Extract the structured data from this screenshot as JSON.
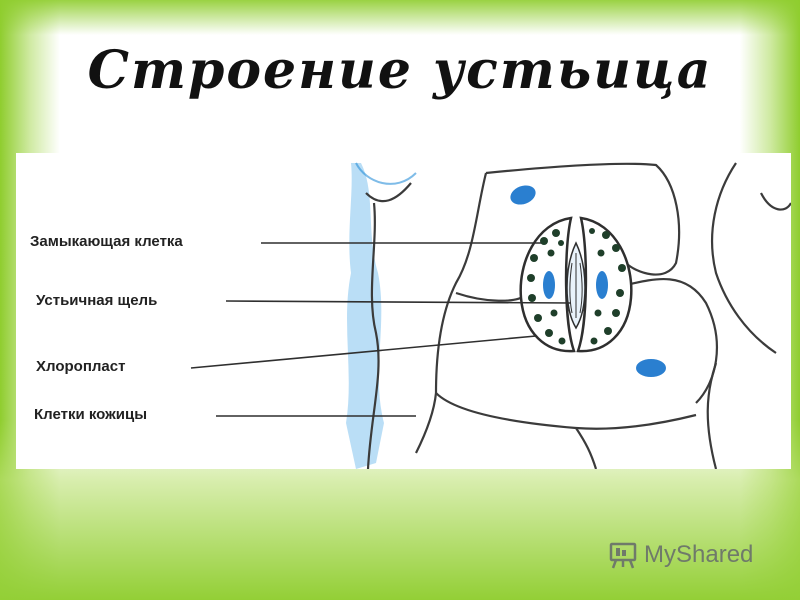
{
  "title": "Строение устьица",
  "labels": {
    "guard_cell": "Замыкающая клетка",
    "stomatal_slit": "Устьичная щель",
    "chloroplast": "Хлоропласт",
    "epidermal_cells": "Клетки кожицы"
  },
  "logo": {
    "text": "MyShared",
    "icon": "presentation-board-icon"
  },
  "colors": {
    "background_green": "#9ed33f",
    "cell_blue": "#2a8fd8",
    "chloroplast_dark": "#1f3f2a"
  }
}
